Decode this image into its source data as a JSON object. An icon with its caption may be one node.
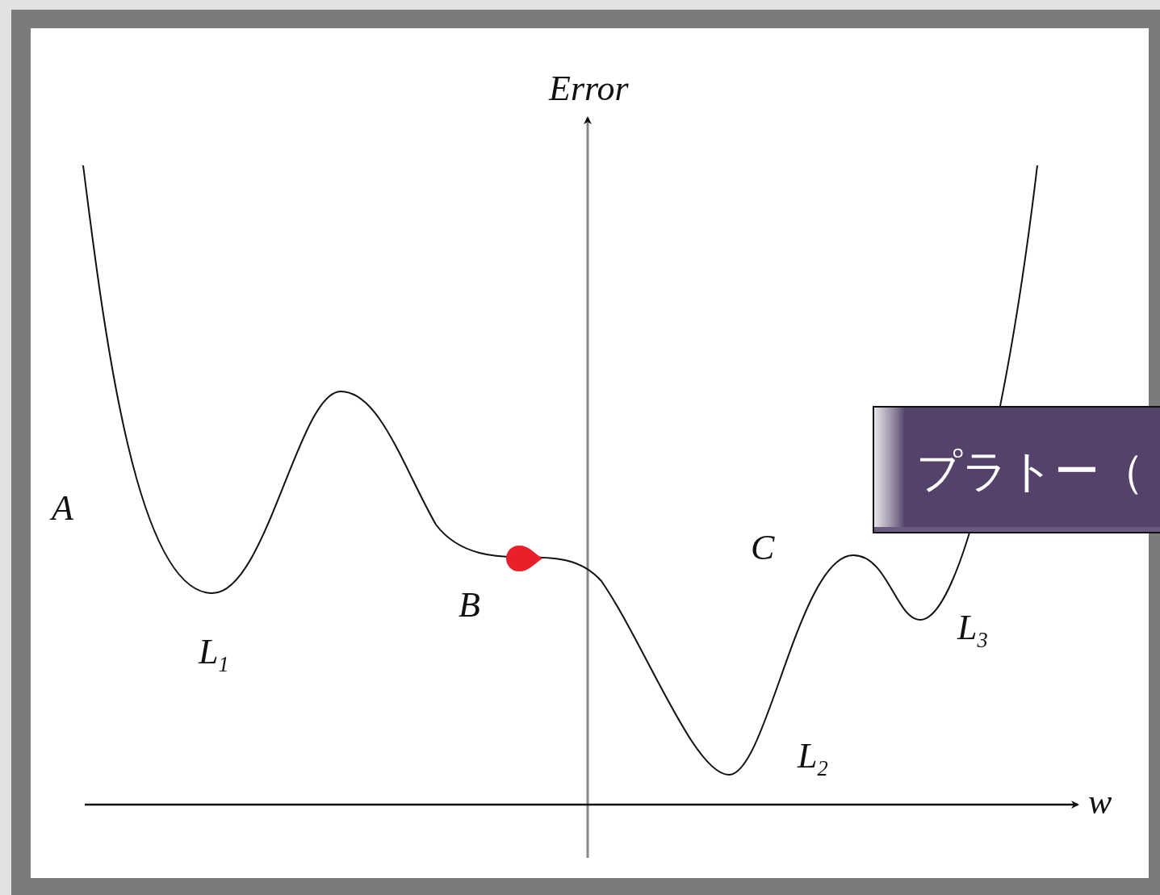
{
  "diagram": {
    "nodes": [
      {
        "text": [
          "プラトー（"
        ]
      }
    ],
    "labels": [
      "Error",
      "A",
      "C",
      "B",
      "L$_{3}$",
      "L$_{1}$",
      "L$_{2}$",
      "w"
    ]
  }
}
